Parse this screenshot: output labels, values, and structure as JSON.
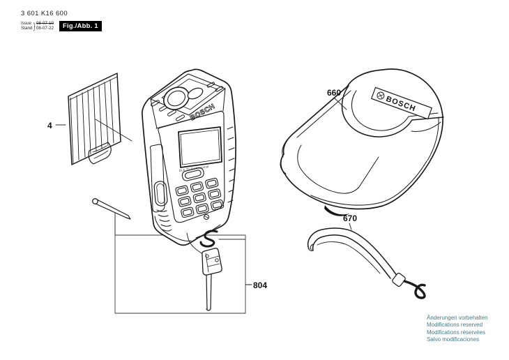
{
  "header": {
    "part_number": "3 601 K16 600",
    "issue_label": "Issue",
    "stand_label": "Stand",
    "brace": "}",
    "previous_date": "08-07-10",
    "issue_date": "08-07-22",
    "figure_label": "Fig./Abb. 1"
  },
  "diagram": {
    "device": {
      "brand": "BOSCH",
      "model": "DLE 70 Professional"
    },
    "battery_cover": {
      "label": "4"
    },
    "pouch": {
      "label": "660",
      "brand": "BOSCH"
    },
    "strap": {
      "label": "670"
    },
    "pin_kit": {
      "label": "804"
    }
  },
  "footer": {
    "notice_lines": [
      "Änderungen vorbehalten",
      "Modifications reserved",
      "Modifications réservées",
      "Salvo modificaciones"
    ]
  },
  "colors": {
    "line": "#1a1a1a",
    "notice_text": "#49798c",
    "figure_badge_bg": "#000000",
    "figure_badge_fg": "#ffffff"
  }
}
